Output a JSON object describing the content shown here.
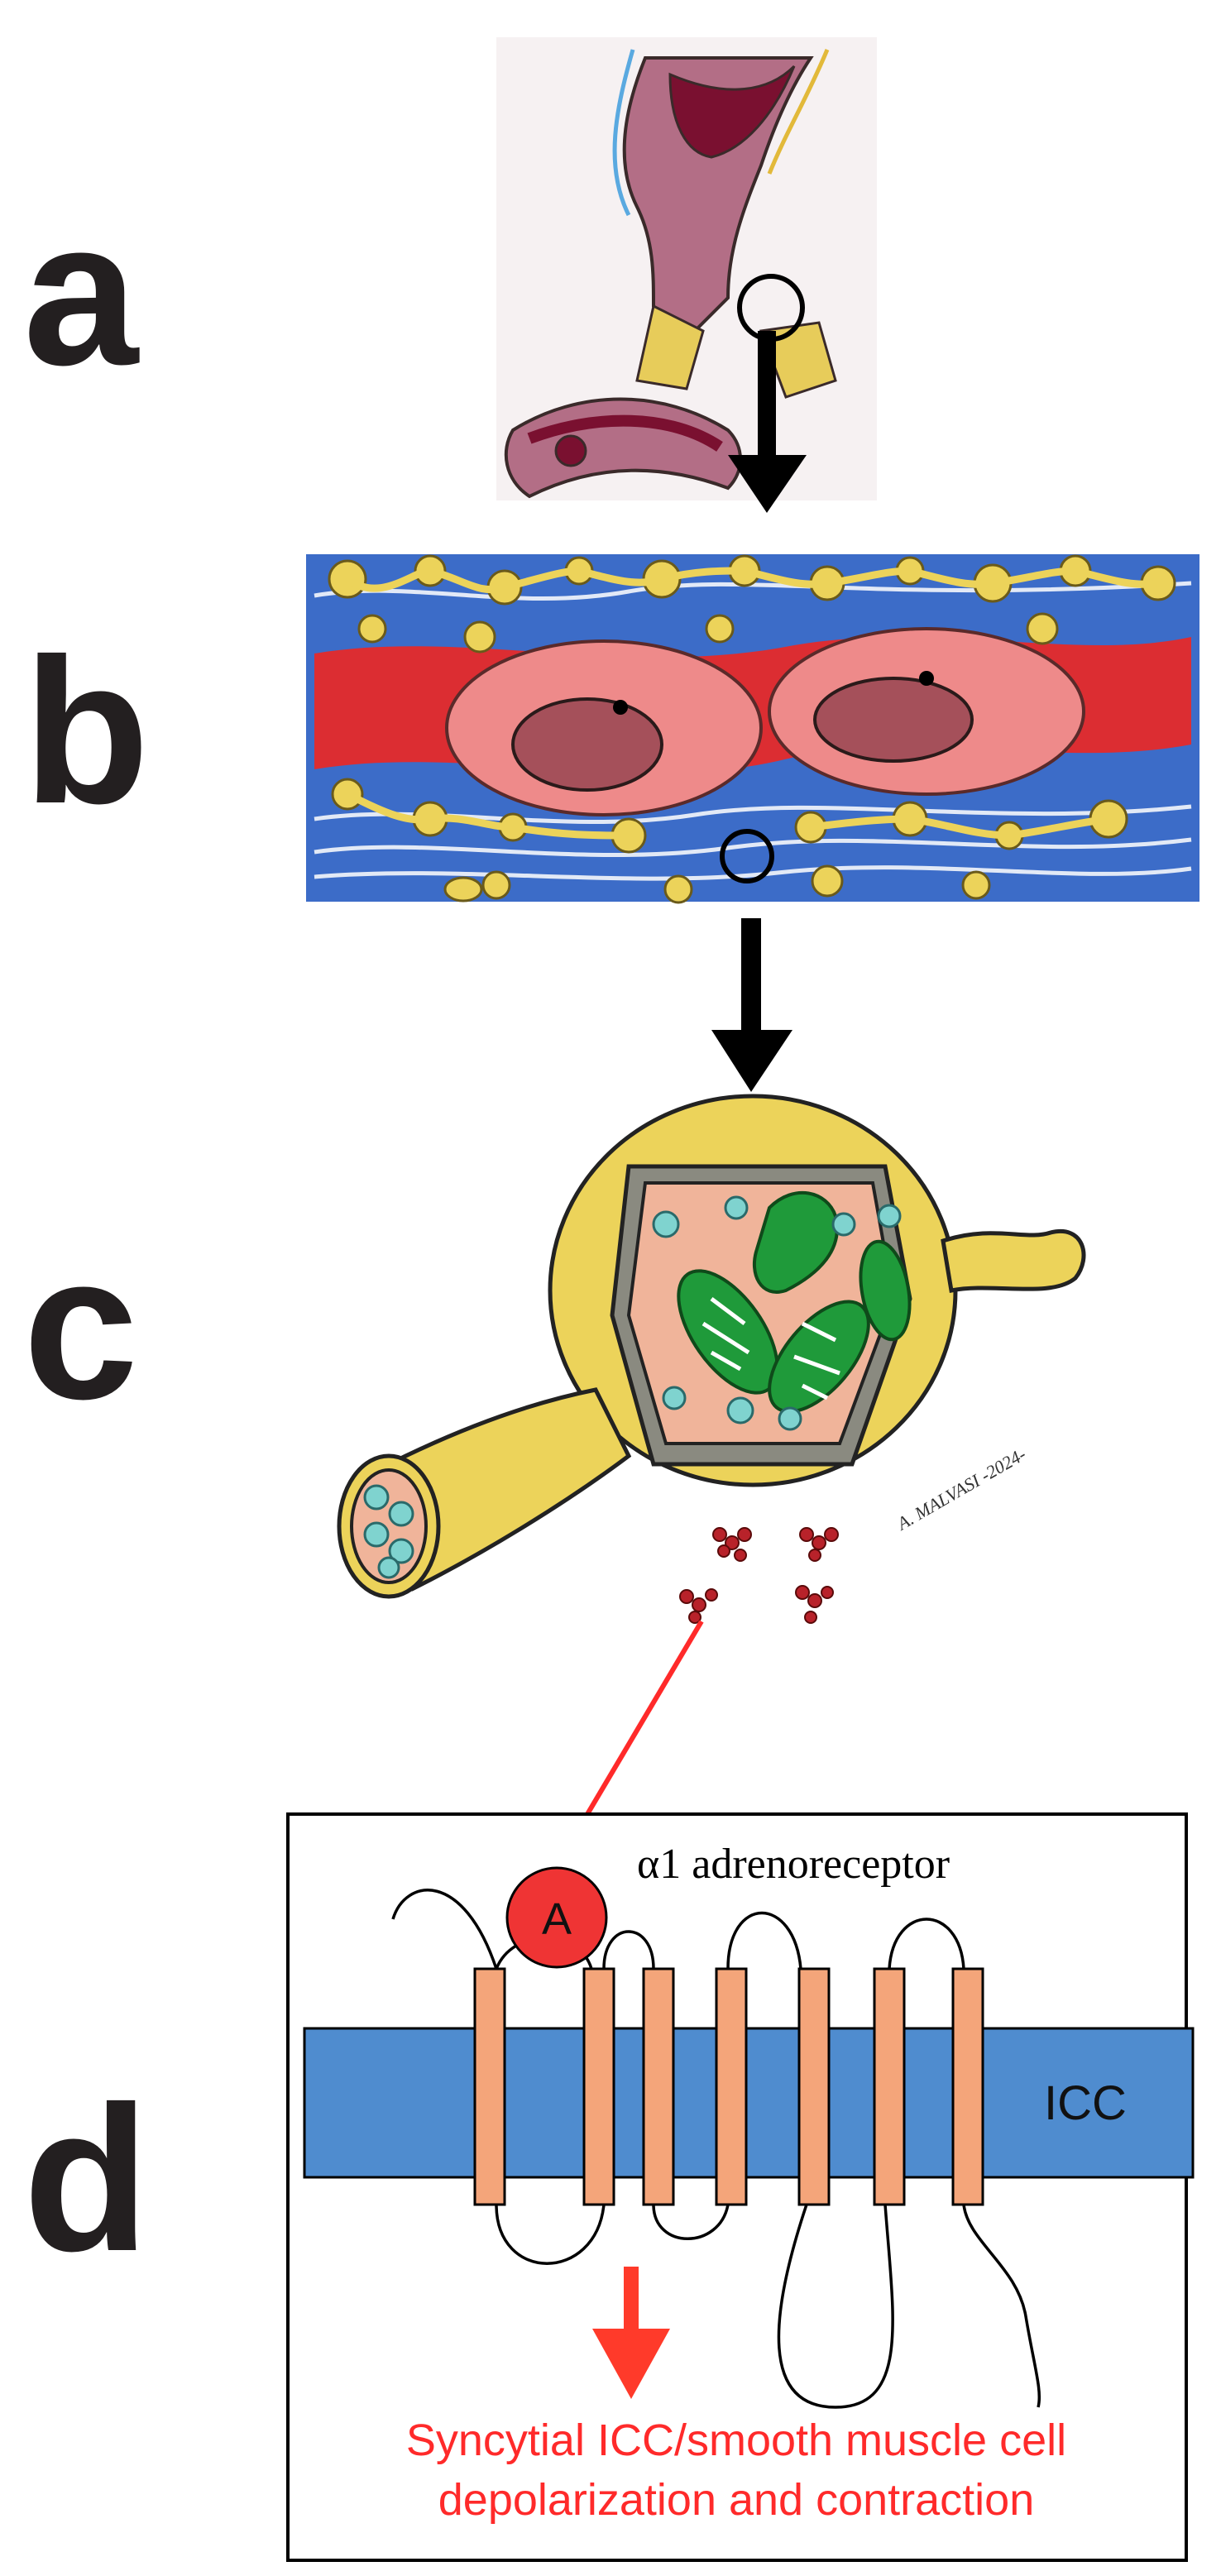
{
  "panels": {
    "a": {
      "label": "a"
    },
    "b": {
      "label": "b"
    },
    "c": {
      "label": "c",
      "signature": "A. MALVASI -2024-"
    },
    "d": {
      "label": "d",
      "receptor_title": "α1 adrenoreceptor",
      "agonist": "A",
      "membrane_label": "ICC",
      "outcome_line1": "Syncytial  ICC/smooth muscle cell",
      "outcome_line2": "depolarization and contraction"
    }
  },
  "colors": {
    "label": "#231f20",
    "membrane": "#4f8ccf",
    "helix": "#f4a57a",
    "agonist": "#ef3434",
    "outcome": "#ff2a2a",
    "arrow": "#000000",
    "icc_yellow": "#ecd35a",
    "smooth_muscle_pink": "#ee8a8a",
    "mitochondria_green": "#1f9a3a",
    "vesicle_cyan": "#7fd3cf"
  }
}
